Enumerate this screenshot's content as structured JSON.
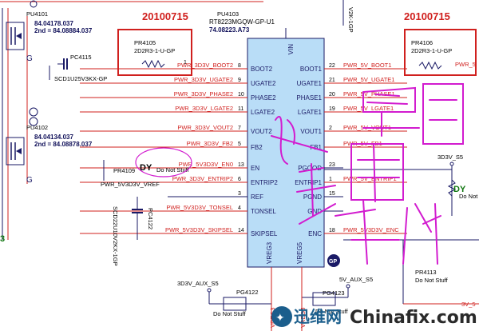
{
  "colors": {
    "wire_red": "#d0201e",
    "wire_blue": "#1a1a66",
    "chip_fill": "#b9ddf7",
    "pen_magenta": "#d21ccf",
    "green": "#117711"
  },
  "chip": {
    "ref": "PU4103",
    "part": "RT8223MGQW-GP-U1",
    "number": "74.08223.A73",
    "vin": "VIN",
    "vreg3": "VREG3",
    "vreg5": "VREG5",
    "gp": "GP",
    "left_pins": [
      {
        "name": "BOOT2",
        "num": "8",
        "net": "PWR_3D3V_BOOT2"
      },
      {
        "name": "UGATE2",
        "num": "9",
        "net": "PWR_3D3V_UGATE2"
      },
      {
        "name": "PHASE2",
        "num": "10",
        "net": "PWR_3D3V_PHASE2"
      },
      {
        "name": "LGATE2",
        "num": "11",
        "net": "PWR_3D3V_LGATE2"
      },
      {
        "name": "VOUT2",
        "num": "7",
        "net": "PWR_3D3V_VOUT2"
      },
      {
        "name": "FB2",
        "num": "5",
        "net": "PWR_3D3V_FB2"
      },
      {
        "name": "EN",
        "num": "13",
        "net": "PWR_5V3D3V_EN0"
      },
      {
        "name": "ENTRIP2",
        "num": "6",
        "net": "PWR_3D3V_ENTRIP2"
      },
      {
        "name": "REF",
        "num": "3",
        "net": ""
      },
      {
        "name": "TONSEL",
        "num": "4",
        "net": "PWR_5V3D3V_TONSEL"
      },
      {
        "name": "SKIPSEL",
        "num": "14",
        "net": "PWR_5V3D3V_SKIPSEL"
      }
    ],
    "right_pins": [
      {
        "name": "BOOT1",
        "num": "22",
        "net": "PWR_5V_BOOT1"
      },
      {
        "name": "UGATE1",
        "num": "21",
        "net": "PWR_5V_UGATE1"
      },
      {
        "name": "PHASE1",
        "num": "20",
        "net": "PWR_5V_PHASE1"
      },
      {
        "name": "LGATE1",
        "num": "19",
        "net": "PWR_5V_LGATE1"
      },
      {
        "name": "VOUT1",
        "num": "2",
        "net": "PWR_5V_VOUT1"
      },
      {
        "name": "FB1",
        "num": "",
        "net": "PWR_5V_FB1"
      },
      {
        "name": "PGOOD",
        "num": "23",
        "net": ""
      },
      {
        "name": "ENTRIP1",
        "num": "1",
        "net": "PWR_5V_ENTRIP1"
      },
      {
        "name": "PGND",
        "num": "15",
        "net": ""
      },
      {
        "name": "GND",
        "num": "",
        "net": ""
      },
      {
        "name": "ENC",
        "num": "18",
        "net": "PWR_5V3D3V_ENC"
      }
    ]
  },
  "pu4101": {
    "ref": "PU4101",
    "pn": "84.04178.037",
    "second": "2nd = 84.08884.037"
  },
  "pu4102": {
    "ref": "PU4102",
    "pn": "84.04134.037",
    "second": "2nd = 84.08878.037"
  },
  "pc4115": {
    "ref": "PC4115",
    "part": "SCD1U25V3KX-GP"
  },
  "pr4105": {
    "date": "20100715",
    "ref": "PR4105",
    "part": "2D2R3-1-U-GP"
  },
  "pr4106": {
    "date": "20100715",
    "ref": "PR4106",
    "part": "2D2R3-1-U-GP",
    "net_tail": "PWR_5"
  },
  "pr4109": {
    "ref": "PR4109",
    "dy": "DY",
    "note": "Do Not Stuff"
  },
  "vref_net": "PWR_5V3D3V_VREF",
  "pc4122": {
    "ref": "PC4122",
    "part": "SCD22U10V2KX-1GP"
  },
  "right_side": {
    "rail": "3D3V_S5",
    "dy": "DY",
    "note": "Do Not",
    "pr4113": "PR4113",
    "pr4113_note": "Do Not Stuff",
    "out_net": "3V_5"
  },
  "bottom": {
    "aux3": "3D3V_AUX_S5",
    "pg4122": "PG4122",
    "pg4122_note": "Do Not Stuff",
    "aux5": "5V_AUX_S5",
    "pg4123": "PG4123",
    "pg4123_note": "Do Not Stuff"
  },
  "top_fragments": {
    "gp_right": "V2K-1GP",
    "g_label": "G",
    "num_3": "3",
    "num_1": "1"
  },
  "watermark": {
    "brand": "迅维网",
    "site": "Chinafix.com"
  }
}
